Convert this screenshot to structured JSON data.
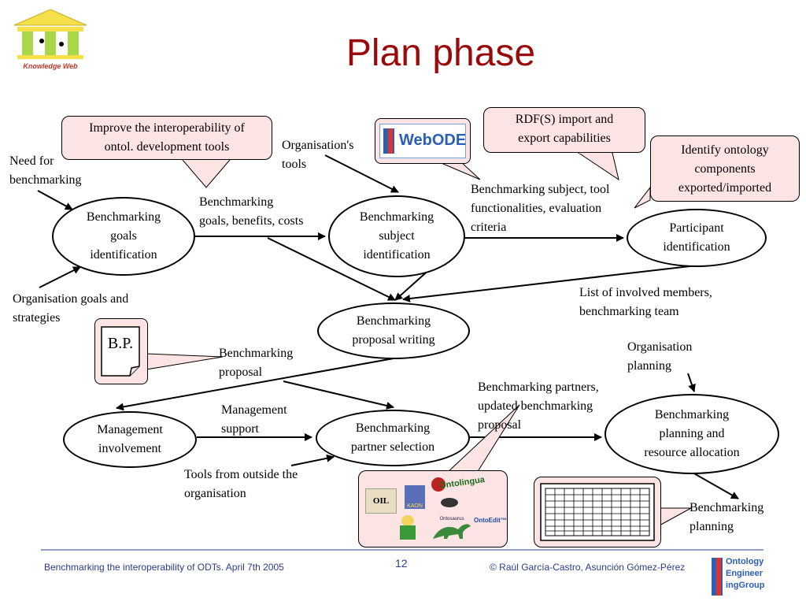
{
  "slide": {
    "title": "Plan phase",
    "page_number": "12",
    "footer_left": "Benchmarking the interoperability of ODTs. April 7th 2005",
    "footer_right": "© Raúl García-Castro, Asunción Gómez-Pérez"
  },
  "logos": {
    "knowledge_web": "Knowledge Web",
    "oeg": [
      "Ontology",
      "Engineer",
      "ingGroup"
    ],
    "webode": "WebODE"
  },
  "nodes": {
    "goals": [
      "Benchmarking",
      "goals",
      "identification"
    ],
    "subject": [
      "Benchmarking",
      "subject",
      "identification"
    ],
    "participant": [
      "Participant",
      "identification"
    ],
    "proposal": [
      "Benchmarking",
      "proposal writing"
    ],
    "management": [
      "Management",
      "involvement"
    ],
    "partner": [
      "Benchmarking",
      "partner selection"
    ],
    "planning": [
      "Benchmarking",
      "planning and",
      "resource allocation"
    ]
  },
  "callouts": {
    "improve": [
      "Improve the interoperability of",
      "ontol. development tools"
    ],
    "rdf": [
      "RDF(S) import and",
      "export capabilities"
    ],
    "identify": [
      "Identify ontology",
      "components",
      "exported/imported"
    ],
    "bp": "B.P."
  },
  "labels": {
    "need": [
      "Need for",
      "benchmarking"
    ],
    "org_goals": [
      "Organisation goals and",
      "strategies"
    ],
    "goals_benefits": [
      "Benchmarking",
      "goals, benefits, costs"
    ],
    "org_tools": [
      "Organisation's",
      "tools"
    ],
    "subject_criteria": [
      "Benchmarking subject, tool",
      "functionalities, evaluation",
      "criteria"
    ],
    "involved": [
      "List of involved members,",
      "benchmarking team"
    ],
    "bench_proposal": [
      "Benchmarking",
      "proposal"
    ],
    "mgmt_support": [
      "Management",
      "support"
    ],
    "tools_outside": [
      "Tools from outside the",
      "organisation"
    ],
    "partners_updated": [
      "Benchmarking partners,",
      "updated benchmarking",
      "proposal"
    ],
    "org_planning": [
      "Organisation",
      "planning"
    ],
    "bench_planning": [
      "Benchmarking",
      "planning"
    ]
  },
  "tool_logos": {
    "oil": "OIL",
    "kaon": "KAON",
    "ontolingua": "Ontolingua",
    "ontosaurus": "Ontosaurus",
    "ontoedit": "OntoEdit™"
  }
}
